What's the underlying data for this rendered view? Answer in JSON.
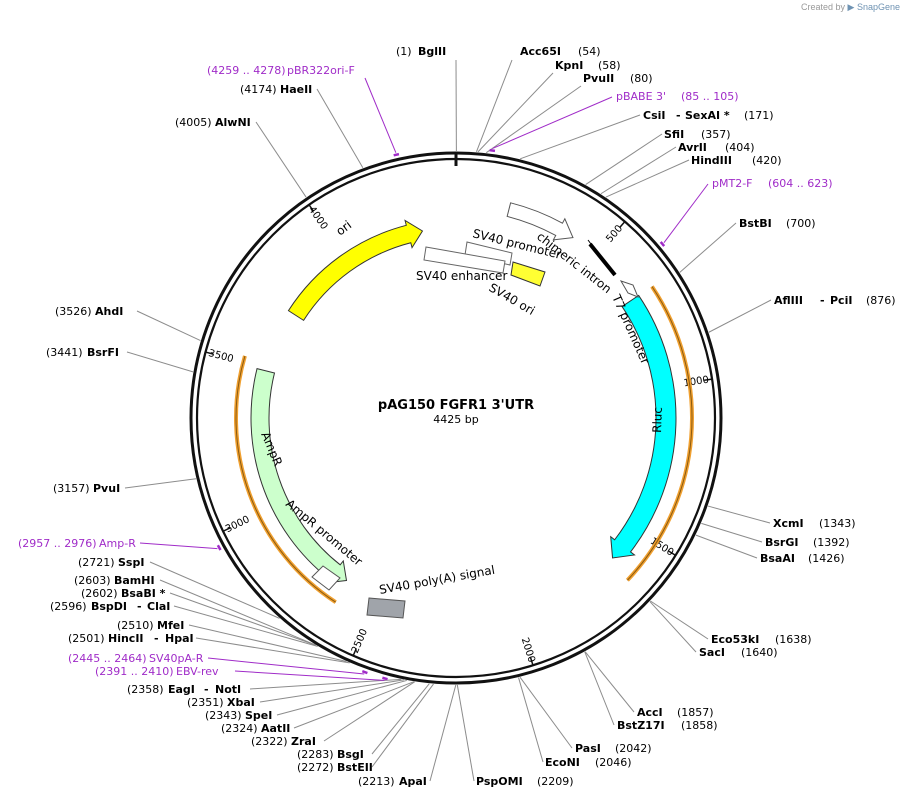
{
  "credit": {
    "prefix": "Created by",
    "brand": "SnapGene"
  },
  "plasmid": {
    "name": "pAG150 FGFR1 3'UTR",
    "length_label": "4425 bp",
    "length": 4425
  },
  "ticks": [
    {
      "pos": 500,
      "label": "500"
    },
    {
      "pos": 1000,
      "label": "1000"
    },
    {
      "pos": 1500,
      "label": "1500"
    },
    {
      "pos": 2000,
      "label": "2000"
    },
    {
      "pos": 2500,
      "label": "2500"
    },
    {
      "pos": 3000,
      "label": "3000"
    },
    {
      "pos": 3500,
      "label": "3500"
    },
    {
      "pos": 4000,
      "label": "4000"
    }
  ],
  "features": [
    {
      "name": "chimeric intron",
      "start": 175,
      "end": 405,
      "color": "#ffffff",
      "dir": "fwd",
      "label": "chimeric intron"
    },
    {
      "name": "SV40 promoter",
      "label": "SV40 promoter",
      "color": "#ffffff"
    },
    {
      "name": "SV40 enhancer",
      "label": "SV40 enhancer",
      "color": "#ffffff"
    },
    {
      "name": "SV40 ori",
      "label": "SV40 ori",
      "color": "#ffff00"
    },
    {
      "name": "T7 promoter",
      "label": "T7 promoter",
      "color": "#ffffff"
    },
    {
      "name": "Rluc",
      "start": 690,
      "end": 1620,
      "color": "#00ffff",
      "dir": "fwd",
      "label": "Rluc"
    },
    {
      "name": "SV40 poly(A) signal",
      "label": "SV40 poly(A) signal",
      "color": "#9aa0a6"
    },
    {
      "name": "AmpR promoter",
      "label": "AmpR promoter",
      "color": "#ffffff"
    },
    {
      "name": "AmpR",
      "start": 2630,
      "end": 3490,
      "color": "#ccffcc",
      "dir": "rev",
      "label": "AmpR"
    },
    {
      "name": "ori",
      "start": 3720,
      "end": 4300,
      "color": "#ffff00",
      "dir": "fwd",
      "label": "ori"
    }
  ],
  "sites": [
    {
      "name": "BglII",
      "pos": "(1)"
    },
    {
      "name": "Acc65I",
      "pos": "(54)"
    },
    {
      "name": "KpnI",
      "pos": "(58)"
    },
    {
      "name": "PvuII",
      "pos": "(80)"
    },
    {
      "name": "CsiI",
      "name2": "SexAI *",
      "pos": "(171)"
    },
    {
      "name": "SfiI",
      "pos": "(357)"
    },
    {
      "name": "AvrII",
      "pos": "(404)"
    },
    {
      "name": "HindIII",
      "pos": "(420)"
    },
    {
      "name": "BstBI",
      "pos": "(700)"
    },
    {
      "name": "AflIII",
      "name2": "PciI",
      "pos": "(876)"
    },
    {
      "name": "XcmI",
      "pos": "(1343)"
    },
    {
      "name": "BsrGI",
      "pos": "(1392)"
    },
    {
      "name": "BsaAI",
      "pos": "(1426)"
    },
    {
      "name": "Eco53kI",
      "pos": "(1638)"
    },
    {
      "name": "SacI",
      "pos": "(1640)"
    },
    {
      "name": "AccI",
      "pos": "(1857)"
    },
    {
      "name": "BstZ17I",
      "pos": "(1858)"
    },
    {
      "name": "PasI",
      "pos": "(2042)"
    },
    {
      "name": "EcoNI",
      "pos": "(2046)"
    },
    {
      "name": "PspOMI",
      "pos": "(2209)"
    },
    {
      "name": "ApaI",
      "pos": "(2213)"
    },
    {
      "name": "BstEII",
      "pos": "(2272)"
    },
    {
      "name": "BsgI",
      "pos": "(2283)"
    },
    {
      "name": "ZraI",
      "pos": "(2322)"
    },
    {
      "name": "AatII",
      "pos": "(2324)"
    },
    {
      "name": "SpeI",
      "pos": "(2343)"
    },
    {
      "name": "XbaI",
      "pos": "(2351)"
    },
    {
      "name": "EagI",
      "name2": "NotI",
      "pos": "(2358)"
    },
    {
      "name": "HincII",
      "name2": "HpaI",
      "pos": "(2501)"
    },
    {
      "name": "MfeI",
      "pos": "(2510)"
    },
    {
      "name": "BspDI",
      "name2": "ClaI",
      "pos": "(2596)"
    },
    {
      "name": "BsaBI *",
      "pos": "(2602)"
    },
    {
      "name": "BamHI",
      "pos": "(2603)"
    },
    {
      "name": "SspI",
      "pos": "(2721)"
    },
    {
      "name": "PvuI",
      "pos": "(3157)"
    },
    {
      "name": "BsrFI",
      "pos": "(3441)"
    },
    {
      "name": "AhdI",
      "pos": "(3526)"
    },
    {
      "name": "AlwNI",
      "pos": "(4005)"
    },
    {
      "name": "HaeII",
      "pos": "(4174)"
    }
  ],
  "primers": [
    {
      "name": "pBR322ori-F",
      "range": "(4259 .. 4278)"
    },
    {
      "name": "pBABE 3'",
      "range": "(85 .. 105)"
    },
    {
      "name": "pMT2-F",
      "range": "(604 .. 623)"
    },
    {
      "name": "Amp-R",
      "range": "(2957 .. 2976)"
    },
    {
      "name": "SV40pA-R",
      "range": "(2445 .. 2464)"
    },
    {
      "name": "EBV-rev",
      "range": "(2391 .. 2410)"
    }
  ]
}
